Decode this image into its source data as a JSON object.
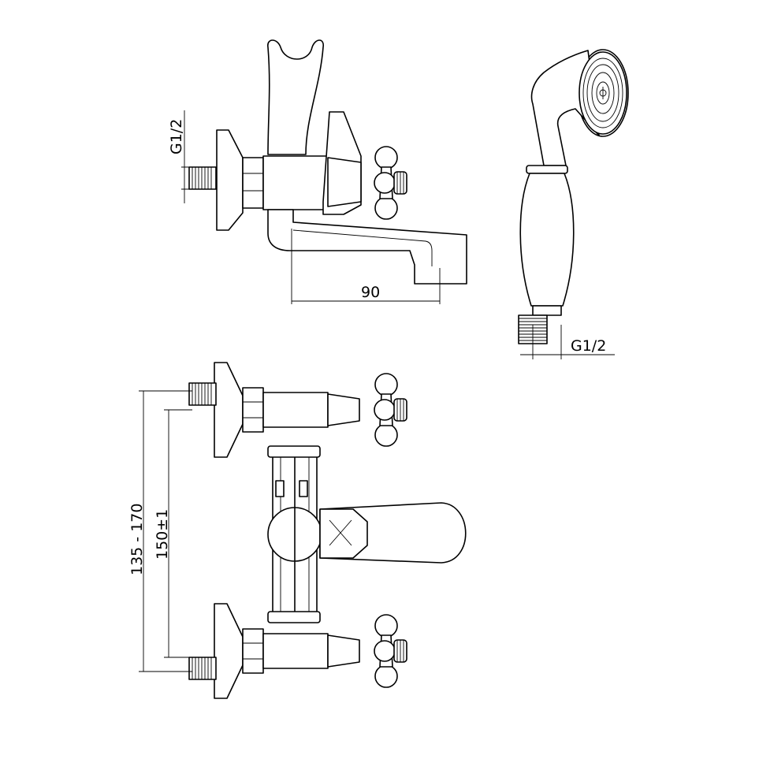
{
  "dimensions": {
    "side_inlet_thread": "G1/2",
    "spout_reach": "90",
    "handshower_thread": "G1/2",
    "wall_adjust_range": "135 - 170",
    "center_distance": "150±1"
  }
}
